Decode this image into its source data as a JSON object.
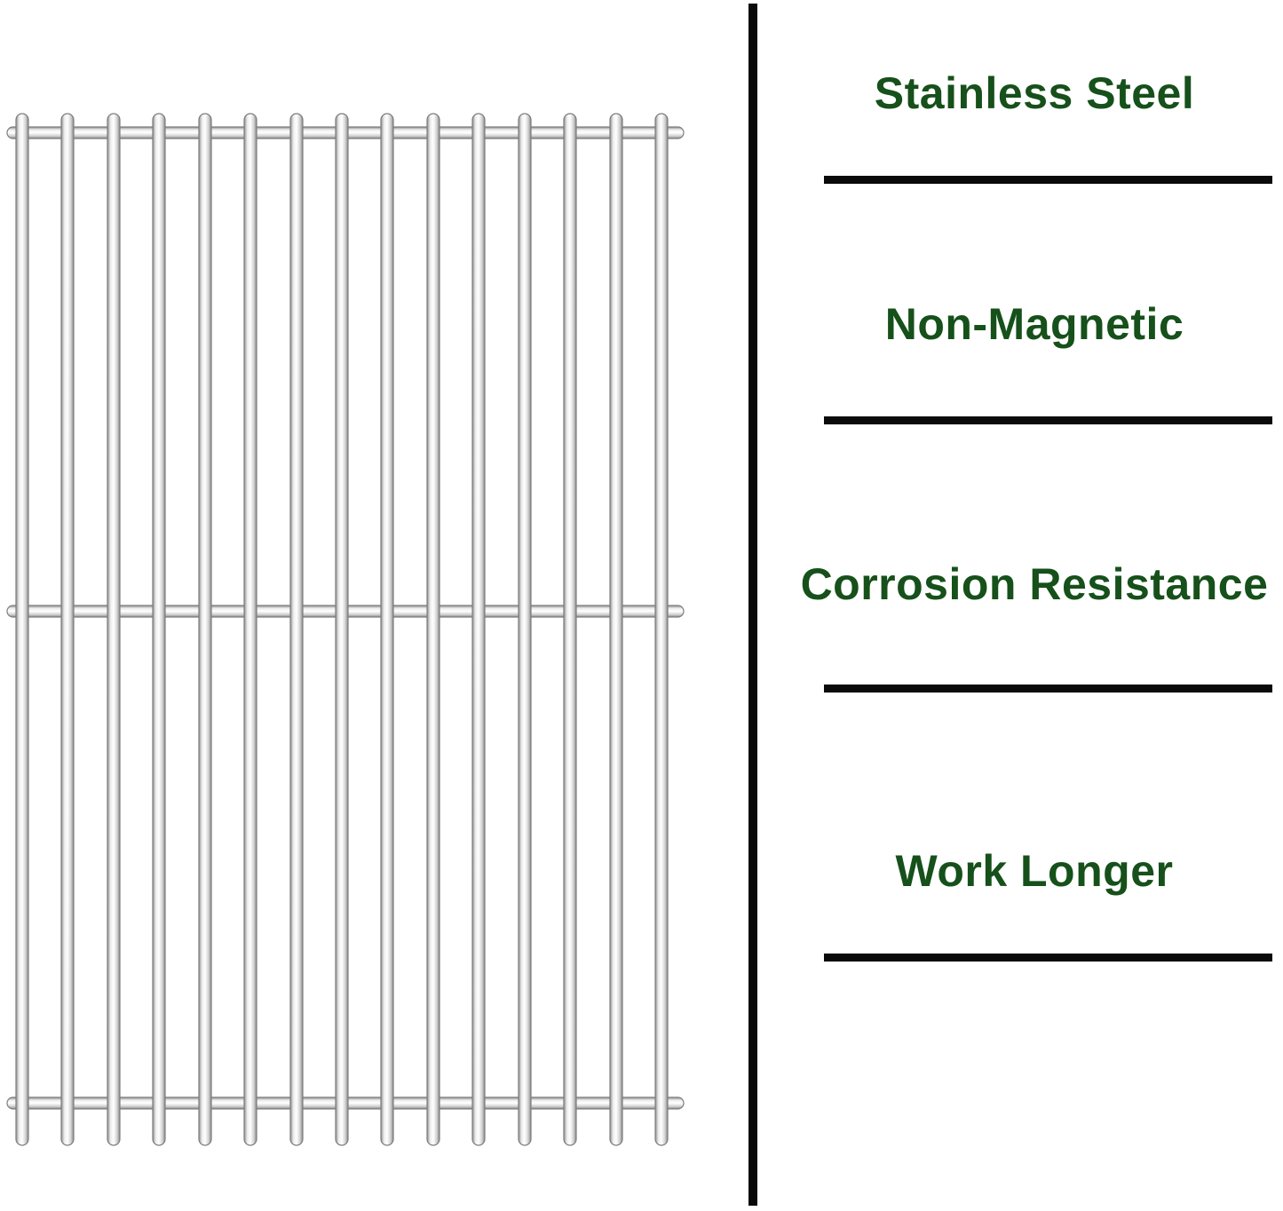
{
  "graphic": {
    "name": "stainless-steel-grill-cooking-grate",
    "description": "Polished stainless steel grill grate with 15 vertical rods and 3 horizontal cross supports"
  },
  "features": [
    {
      "label": "Stainless Steel"
    },
    {
      "label": "Non-Magnetic"
    },
    {
      "label": "Corrosion Resistance"
    },
    {
      "label": "Work Longer"
    }
  ],
  "colors": {
    "feature_text": "#16501a",
    "divider": "#0a0a0a",
    "background": "#ffffff",
    "metal_highlight": "#ffffff",
    "metal_shadow": "#8a8a8a"
  }
}
